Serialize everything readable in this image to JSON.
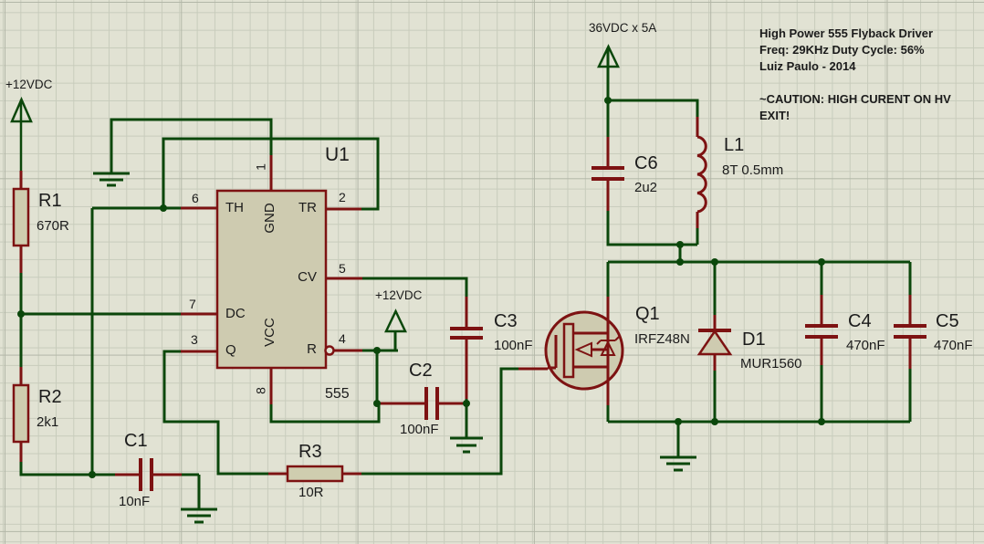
{
  "colors": {
    "background": "#e1e2d3",
    "grid_minor": "#c8ccbc",
    "grid_major": "#b3b7a8",
    "wire_green": "#0b470b",
    "pin_red": "#7d1212",
    "component_fill": "#cecbb0",
    "text": "#1b1b1b"
  },
  "notes": {
    "line1": "High Power 555 Flyback Driver",
    "line2": "Freq: 29KHz Duty Cycle: 56%",
    "line3": "Luiz Paulo - 2014",
    "caution": "~CAUTION: HIGH CURENT ON HV EXIT!"
  },
  "power": {
    "rail_left": "+12VDC",
    "reset_rail": "+12VDC",
    "hv": "36VDC x 5A"
  },
  "u1": {
    "ref": "U1",
    "device": "555",
    "pin_names": {
      "th": "TH",
      "tr": "TR",
      "cv": "CV",
      "dc": "DC",
      "q": "Q",
      "r": "R",
      "gnd": "GND",
      "vcc": "VCC"
    },
    "pin_numbers": {
      "n1": "1",
      "n2": "2",
      "n3": "3",
      "n4": "4",
      "n5": "5",
      "n6": "6",
      "n7": "7",
      "n8": "8"
    }
  },
  "parts": {
    "r1": {
      "ref": "R1",
      "value": "670R"
    },
    "r2": {
      "ref": "R2",
      "value": "2k1"
    },
    "r3": {
      "ref": "R3",
      "value": "10R"
    },
    "c1": {
      "ref": "C1",
      "value": "10nF"
    },
    "c2": {
      "ref": "C2",
      "value": "100nF"
    },
    "c3": {
      "ref": "C3",
      "value": "100nF"
    },
    "c4": {
      "ref": "C4",
      "value": "470nF"
    },
    "c5": {
      "ref": "C5",
      "value": "470nF"
    },
    "c6": {
      "ref": "C6",
      "value": "2u2"
    },
    "l1": {
      "ref": "L1",
      "value": "8T 0.5mm"
    },
    "q1": {
      "ref": "Q1",
      "value": "IRFZ48N"
    },
    "d1": {
      "ref": "D1",
      "value": "MUR1560"
    }
  }
}
